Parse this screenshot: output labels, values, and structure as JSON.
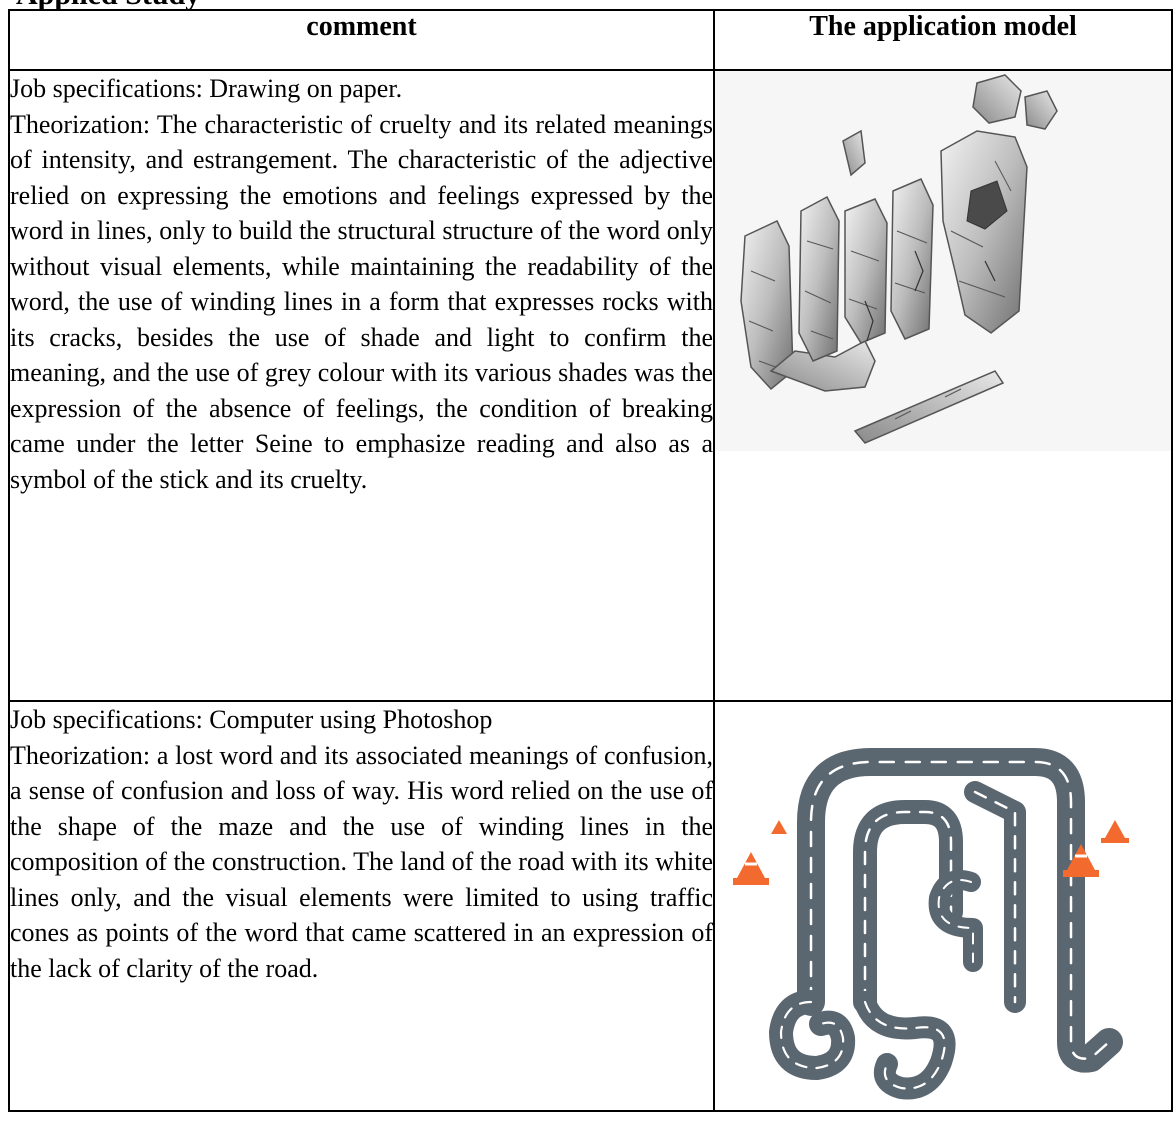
{
  "doc": {
    "cut_heading": "Applied Study"
  },
  "table": {
    "headers": {
      "comment": "comment",
      "model": "The application model"
    },
    "rows": [
      {
        "spec": "Job specifications: Drawing on paper.",
        "theory": "Theorization: The characteristic of cruelty and its related meanings of intensity, and estrangement. The characteristic of the adjective relied on expressing the emotions and feelings expressed by the word in lines, only to build the structural structure of the word only without visual elements, while maintaining the readability of the word, the use of winding lines in a form that expresses rocks with its cracks, besides the use of shade and light to confirm the meaning, and the use of grey colour with its various shades was the expression of the absence of feelings, the condition of breaking came under the letter Seine to emphasize reading and also as a symbol of the stick and its cruelty.",
        "artwork": "rock-calligraphy-drawing"
      },
      {
        "spec": "Job specifications: Computer using Photoshop",
        "theory": "Theorization: a lost word and its associated meanings of confusion, a sense of confusion and loss of way. His word relied on the use of the shape of the maze and the use of winding lines in the composition of the construction. The land of the road with its white lines only, and the visual elements were limited to using traffic cones as points of the word that came scattered in an expression of the lack of clarity of the road.",
        "artwork": "road-maze-calligraphy"
      }
    ]
  },
  "colors": {
    "road": "#5a6670",
    "road_lines": "#ffffff",
    "cone": "#f26a2e",
    "pencil": "#7d7d7d"
  }
}
